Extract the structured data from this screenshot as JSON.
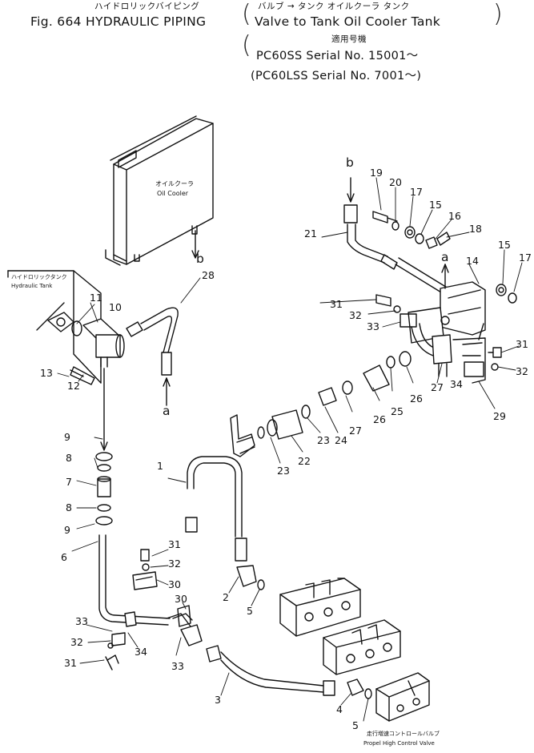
{
  "header": {
    "jp_title": "ハイドロリックバイピング",
    "jp_sub": "バルブ → タンク オイルクーラ タンク",
    "fig": "Fig. 664 HYDRAULIC PIPING",
    "sub": "Valve to Tank Oil Cooler Tank",
    "apply_jp": "適用号機",
    "serial1": "PC60SS Serial No. 15001～",
    "serial2": "(PC60LSS Serial No. 7001～)"
  },
  "components": {
    "oil_cooler_jp": "オイルクーラ",
    "oil_cooler_en": "Oil Cooler",
    "tank_jp": "ハイドロリックタンク",
    "tank_en": "Hydraulic Tank",
    "propel_jp": "走行増速コントロールバルブ",
    "propel_en": "Propel High Control Valve"
  },
  "connection_labels": {
    "a1": "a",
    "a2": "a",
    "b1": "b",
    "b2": "b"
  },
  "parts": {
    "p1": "1",
    "p2": "2",
    "p3": "3",
    "p4": "4",
    "p5a": "5",
    "p5b": "5",
    "p6": "6",
    "p7": "7",
    "p8a": "8",
    "p8b": "8",
    "p9a": "9",
    "p9b": "9",
    "p10": "10",
    "p11": "11",
    "p12": "12",
    "p13": "13",
    "p14": "14",
    "p15a": "15",
    "p15b": "15",
    "p16": "16",
    "p17a": "17",
    "p17b": "17",
    "p18": "18",
    "p19": "19",
    "p20": "20",
    "p21": "21",
    "p22": "22",
    "p23a": "23",
    "p23b": "23",
    "p24": "24",
    "p25": "25",
    "p26a": "26",
    "p26b": "26",
    "p27a": "27",
    "p27b": "27",
    "p28": "28",
    "p29": "29",
    "p30a": "30",
    "p30b": "30",
    "p31a": "31",
    "p31b": "31",
    "p31c": "31",
    "p32a": "32",
    "p32b": "32",
    "p32c": "32",
    "p33a": "33",
    "p33b": "33",
    "p33c": "33",
    "p34a": "34",
    "p34b": "34"
  }
}
